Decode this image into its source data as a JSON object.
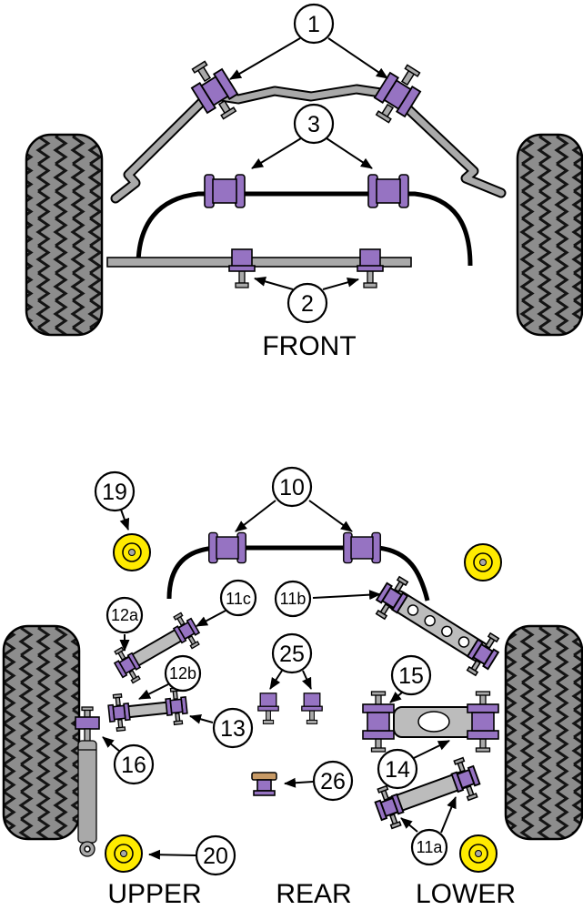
{
  "sections": {
    "front_label": "FRONT",
    "upper_label": "UPPER",
    "rear_label": "REAR",
    "lower_label": "LOWER"
  },
  "callouts": {
    "c1": "1",
    "c2": "2",
    "c3": "3",
    "c10": "10",
    "c11a": "11a",
    "c11b": "11b",
    "c11c": "11c",
    "c12a": "12a",
    "c12b": "12b",
    "c13": "13",
    "c14": "14",
    "c15": "15",
    "c16": "16",
    "c19": "19",
    "c20": "20",
    "c25": "25",
    "c26": "26"
  },
  "colors": {
    "bushing_purple": "#9673c2",
    "bushing_yellow": "#ffeb00",
    "metal_gray": "#a9a9a9",
    "arm_gray": "#bcbcbc",
    "tire_gray": "#8d8d8d",
    "bumpstop_tan": "#c79a66"
  }
}
